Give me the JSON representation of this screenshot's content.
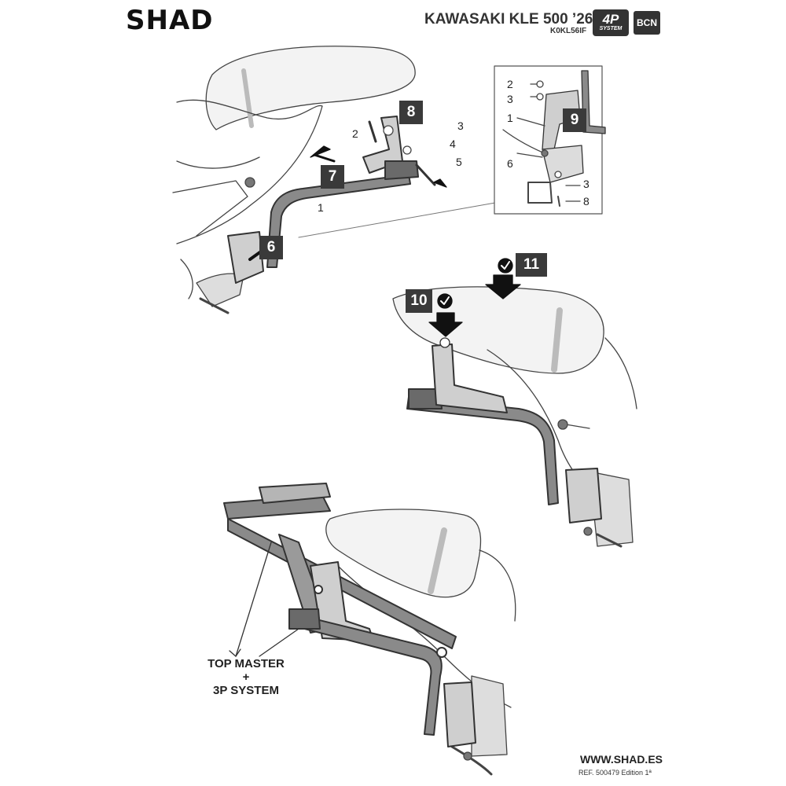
{
  "header": {
    "brand": "SHAD",
    "model": "KAWASAKI KLE 500 ’26",
    "code": "K0KL56IF",
    "badge_4p": {
      "main": "4P",
      "sub": "SYSTEM"
    },
    "badge_bcn": "BCN"
  },
  "steps": [
    "6",
    "7",
    "8",
    "9",
    "10",
    "11"
  ],
  "parts_main": [
    "1",
    "2",
    "3",
    "4",
    "5"
  ],
  "parts_inset": [
    "2",
    "3",
    "1",
    "6",
    "3",
    "8"
  ],
  "caption": {
    "line1": "TOP MASTER",
    "line2": "+",
    "line3": "3P SYSTEM"
  },
  "footer": {
    "url": "WWW.SHAD.ES",
    "ref": "REF. 500479 Edition 1ª"
  },
  "colors": {
    "metal": "#8a8a8a",
    "outline": "#333333",
    "step_box": "#3a3a3a"
  }
}
